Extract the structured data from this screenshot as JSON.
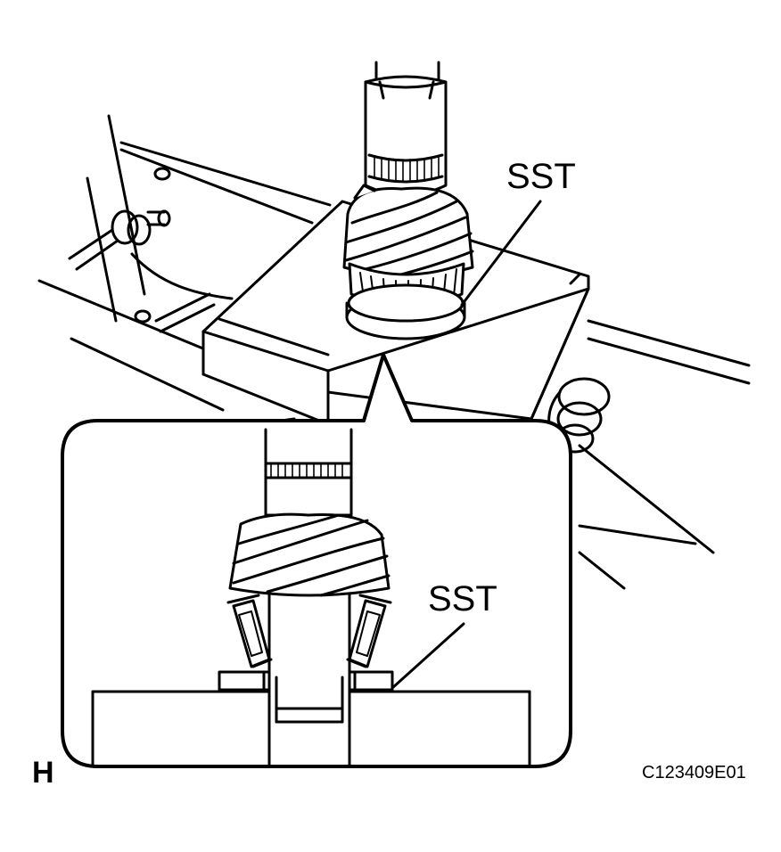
{
  "labels": {
    "top_tool": "SST",
    "inset_tool": "SST"
  },
  "panel_letter": "H",
  "figure_code": "C123409E01",
  "colors": {
    "ink": "#000000",
    "paper": "#ffffff"
  }
}
